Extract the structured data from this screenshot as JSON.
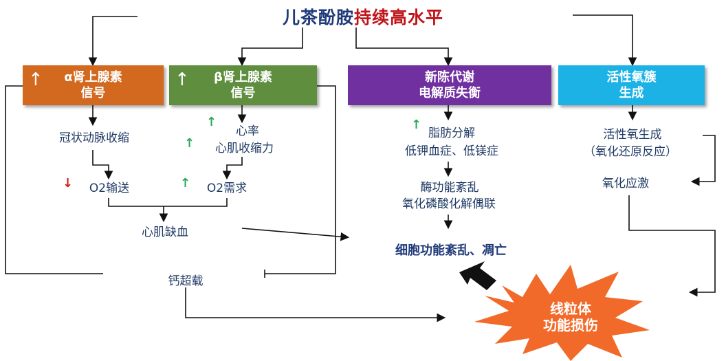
{
  "title": {
    "part1": "儿茶酚胺",
    "part2": "持续高水平"
  },
  "boxes": {
    "alpha": {
      "label": "α肾上腺素\n信号",
      "indicator": "↑"
    },
    "beta": {
      "label": "β肾上腺素\n信号",
      "indicator": "↑"
    },
    "metab": {
      "label": "新陈代谢\n电解质失衡"
    },
    "ros": {
      "label": "活性氧簇\n生成"
    }
  },
  "nodes": {
    "coronary": "冠状动脉收缩",
    "heart_rate": "心率",
    "contractility": "心肌收缩力",
    "o2_supply": "O2输送",
    "o2_demand": "O2需求",
    "ischemia": "心肌缺血",
    "calcium": "钙超载",
    "lipolysis": "脂肪分解",
    "hypokalemia": "低钾血症、低镁症",
    "enzyme": "酶功能紊乱",
    "uncoupling": "氧化磷酸化解偶联",
    "cell_death": "细胞功能紊乱、凋亡",
    "ros_gen": "活性氧生成",
    "redox": "（氧化还原反应）",
    "ox_stress": "氧化应激",
    "mito": "线粒体\n功能损伤"
  },
  "indicators": {
    "up": "↑",
    "down": "↓"
  },
  "colors": {
    "title_blue": "#1f3a7a",
    "title_red": "#c0141a",
    "orange": "#d2691e",
    "green": "#5e8e3e",
    "purple": "#7030a0",
    "blue": "#1cb2e6",
    "burst": "#f26a2a",
    "up_arrow": "#2aa85a",
    "down_arrow": "#d11a1a"
  }
}
